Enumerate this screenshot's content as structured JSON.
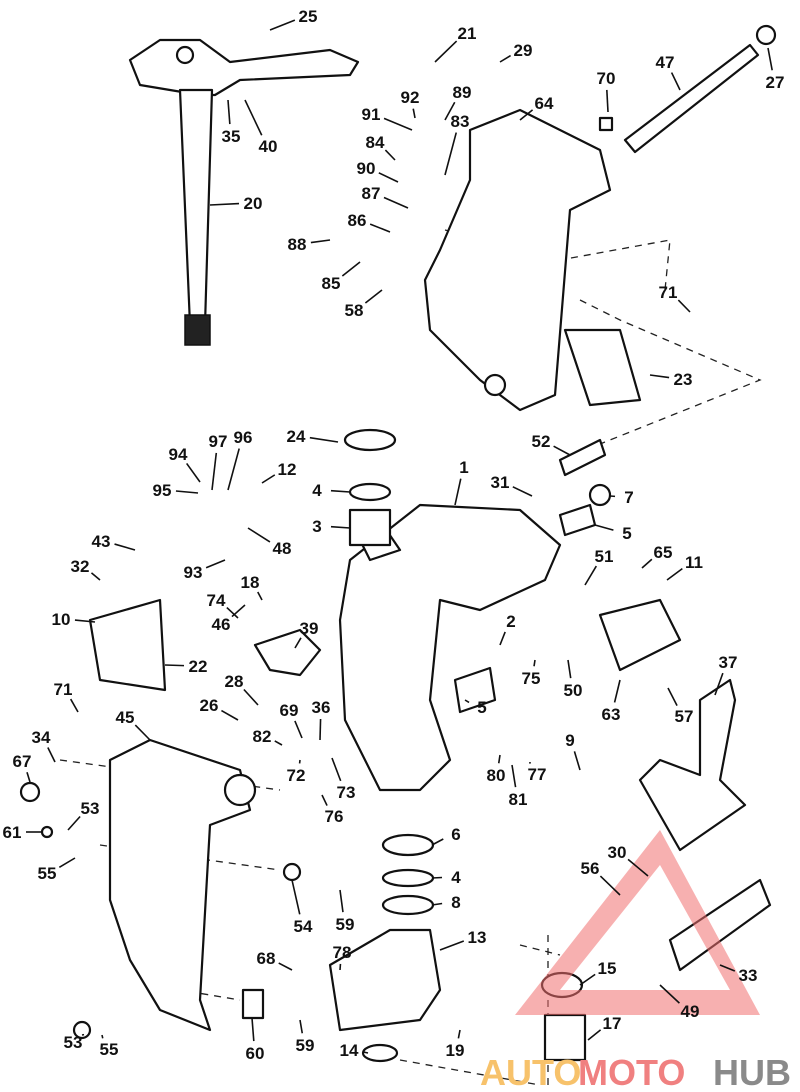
{
  "diagram": {
    "callouts": [
      "25",
      "21",
      "29",
      "64",
      "70",
      "47",
      "27",
      "92",
      "89",
      "91",
      "83",
      "35",
      "40",
      "84",
      "90",
      "87",
      "86",
      "20",
      "88",
      "85",
      "58",
      "71",
      "23",
      "24",
      "52",
      "94",
      "97",
      "96",
      "12",
      "1",
      "31",
      "7",
      "95",
      "4",
      "3",
      "48",
      "5",
      "43",
      "93",
      "51",
      "65",
      "11",
      "32",
      "18",
      "74",
      "10",
      "46",
      "39",
      "2",
      "22",
      "75",
      "50",
      "5",
      "63",
      "57",
      "37",
      "71",
      "28",
      "26",
      "69",
      "36",
      "82",
      "45",
      "34",
      "67",
      "9",
      "80",
      "77",
      "81",
      "72",
      "73",
      "76",
      "6",
      "53",
      "61",
      "55",
      "30",
      "56",
      "4",
      "8",
      "54",
      "59",
      "13",
      "78",
      "68",
      "15",
      "33",
      "49",
      "53",
      "55",
      "60",
      "59",
      "14",
      "19",
      "17"
    ]
  },
  "watermark": {
    "part1": "AUTO",
    "part2": "MOTO",
    "part3": "HUB",
    "colors": {
      "auto": "#f7c26b",
      "moto": "#f08080",
      "hub": "#8a8a8a",
      "triangle": "#f07070"
    }
  }
}
